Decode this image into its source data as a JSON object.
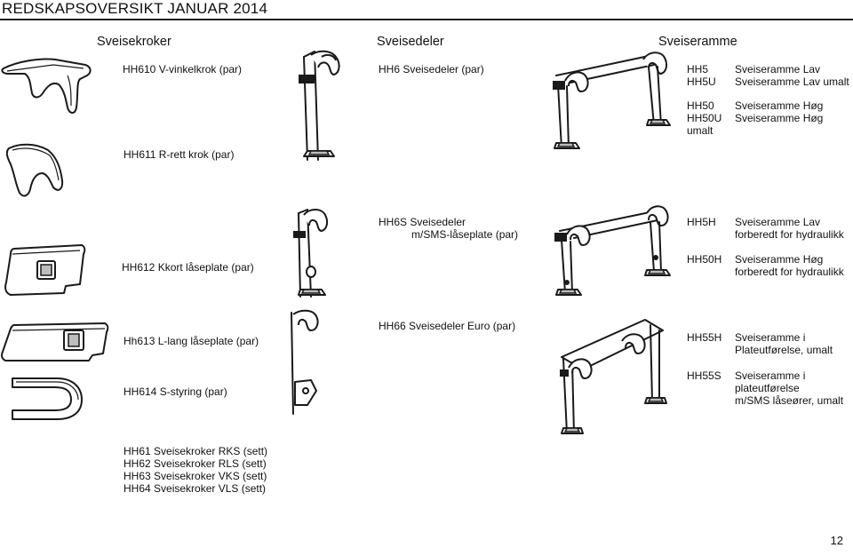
{
  "page": {
    "title": "REDSKAPSOVERSIKT  JANUAR 2014",
    "page_number": "12"
  },
  "sections": {
    "hooks": "Sveisekroker",
    "parts": "Sveisedeler",
    "frames": "Sveiseramme"
  },
  "hooks": {
    "hh610": "HH610 V-vinkelkrok (par)",
    "hh611": "HH611 R-rett krok (par)",
    "hh612": "HH612 Kkort låseplate (par)",
    "hh613": "Hh613 L-lang låseplate (par)",
    "hh614": "HH614 S-styring (par)",
    "sets": [
      "HH61 Sveisekroker RKS (sett)",
      "HH62 Sveisekroker RLS (sett)",
      "HH63 Sveisekroker VKS (sett)",
      "HH64 Sveisekroker VLS (sett)"
    ]
  },
  "parts": {
    "hh6": "HH6 Sveisedeler (par)",
    "hh6s_line1": "HH6S Sveisedeler",
    "hh6s_line2": "m/SMS-låseplate (par)",
    "hh66": "HH66 Sveisedeler Euro (par)"
  },
  "frames": {
    "hh5_code": "HH5",
    "hh5_desc": "Sveiseramme Lav",
    "hh5u_code": "HH5U",
    "hh5u_desc": "Sveiseramme Lav umalt",
    "hh50_code": "HH50",
    "hh50_desc": "Sveiseramme Høg",
    "hh50u_code": "HH50U",
    "hh50u_desc": "Sveiseramme Høg",
    "hh50u_code2": "umalt",
    "hh5h_code": "HH5H",
    "hh5h_desc1": "Sveiseramme Lav",
    "hh5h_desc2": "forberedt for hydraulikk",
    "hh50h_code": "HH50H",
    "hh50h_desc1": "Sveiseramme Høg",
    "hh50h_desc2": "forberedt for hydraulikk",
    "hh55h_code": "HH55H",
    "hh55h_desc1": "Sveiseramme i",
    "hh55h_desc2": "Plateutførelse, umalt",
    "hh55s_code": "HH55S",
    "hh55s_desc1": "Sveiseramme i",
    "hh55s_desc2": "plateutførelse",
    "hh55s_desc3": "m/SMS låseører, umalt"
  }
}
